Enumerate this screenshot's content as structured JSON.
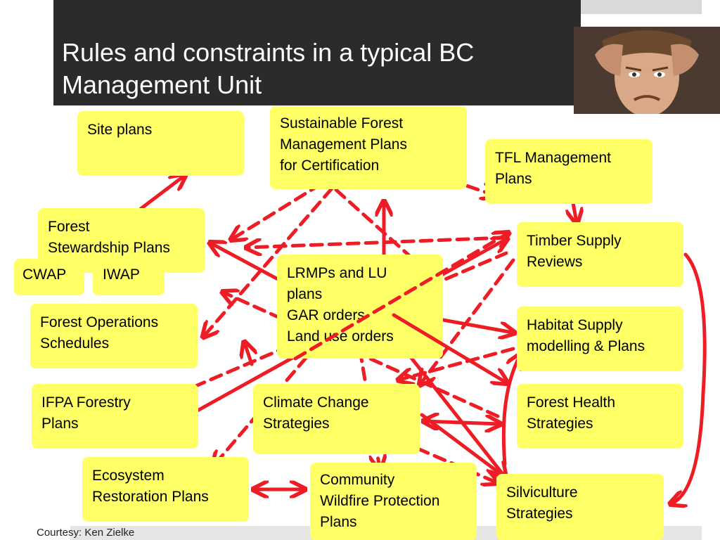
{
  "slide": {
    "title_lines": [
      "Rules and constraints in a typical BC",
      "Management Unit"
    ],
    "courtesy": "Courtesy: Ken Zielke"
  },
  "colors": {
    "title_band": "#2b2b2b",
    "box_fill": "#ffff66",
    "arrow": "#ee1c24"
  },
  "nodes": {
    "site_plans": [
      "Site plans"
    ],
    "sfm_plans": [
      "Sustainable Forest",
      "Management Plans",
      "for Certification"
    ],
    "tfl_plans": [
      "TFL Management",
      "Plans"
    ],
    "forest_stewardship": [
      "Forest",
      "Stewardship Plans"
    ],
    "cwap": [
      "CWAP"
    ],
    "iwap": [
      "IWAP"
    ],
    "timber_supply": [
      "Timber Supply",
      "Reviews"
    ],
    "lrmp": [
      "LRMPs and LU",
      "plans",
      "GAR orders",
      "Land use orders"
    ],
    "forest_ops": [
      "Forest Operations",
      "Schedules"
    ],
    "habitat_supply": [
      "Habitat Supply",
      "modelling & Plans"
    ],
    "ifpa": [
      "IFPA Forestry",
      "Plans"
    ],
    "climate_change": [
      "Climate Change",
      "Strategies"
    ],
    "forest_health": [
      "Forest Health",
      "Strategies"
    ],
    "ecosystem_restoration": [
      "Ecosystem",
      "Restoration Plans"
    ],
    "community_wildfire": [
      "Community",
      "Wildfire Protection",
      "Plans"
    ],
    "silviculture": [
      "Silviculture",
      "Strategies"
    ]
  }
}
